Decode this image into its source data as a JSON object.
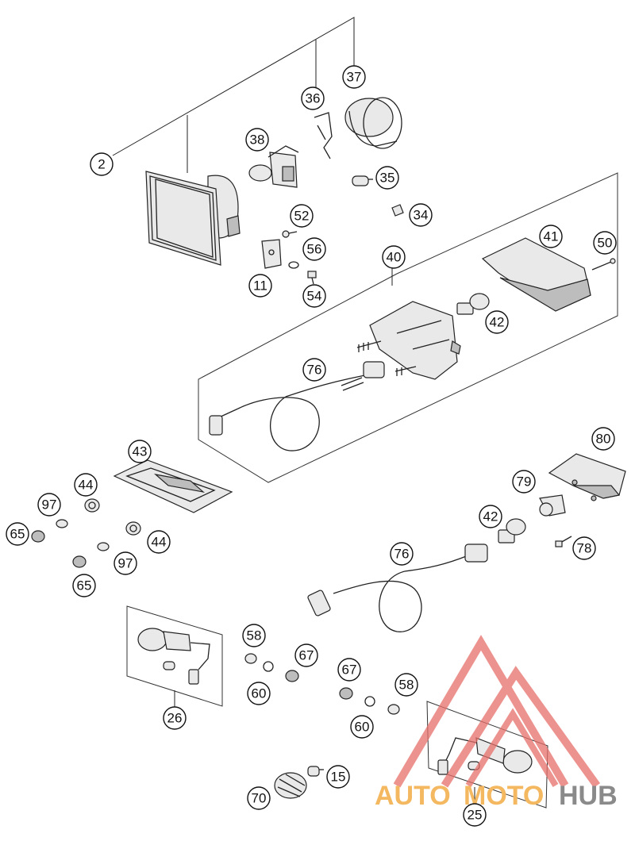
{
  "callouts": [
    {
      "id": "c2",
      "label": "2"
    },
    {
      "id": "c36",
      "label": "36"
    },
    {
      "id": "c37",
      "label": "37"
    },
    {
      "id": "c38",
      "label": "38"
    },
    {
      "id": "c35",
      "label": "35"
    },
    {
      "id": "c34",
      "label": "34"
    },
    {
      "id": "c52",
      "label": "52"
    },
    {
      "id": "c56",
      "label": "56"
    },
    {
      "id": "c11",
      "label": "11"
    },
    {
      "id": "c54",
      "label": "54"
    },
    {
      "id": "c40",
      "label": "40"
    },
    {
      "id": "c41",
      "label": "41"
    },
    {
      "id": "c50",
      "label": "50"
    },
    {
      "id": "c42a",
      "label": "42"
    },
    {
      "id": "c76a",
      "label": "76"
    },
    {
      "id": "c43",
      "label": "43"
    },
    {
      "id": "c44a",
      "label": "44"
    },
    {
      "id": "c97a",
      "label": "97"
    },
    {
      "id": "c65a",
      "label": "65"
    },
    {
      "id": "c44b",
      "label": "44"
    },
    {
      "id": "c97b",
      "label": "97"
    },
    {
      "id": "c65b",
      "label": "65"
    },
    {
      "id": "c80",
      "label": "80"
    },
    {
      "id": "c79",
      "label": "79"
    },
    {
      "id": "c42b",
      "label": "42"
    },
    {
      "id": "c78",
      "label": "78"
    },
    {
      "id": "c76b",
      "label": "76"
    },
    {
      "id": "c58a",
      "label": "58"
    },
    {
      "id": "c67a",
      "label": "67"
    },
    {
      "id": "c60a",
      "label": "60"
    },
    {
      "id": "c26",
      "label": "26"
    },
    {
      "id": "c67b",
      "label": "67"
    },
    {
      "id": "c58b",
      "label": "58"
    },
    {
      "id": "c60b",
      "label": "60"
    },
    {
      "id": "c15",
      "label": "15"
    },
    {
      "id": "c70",
      "label": "70"
    },
    {
      "id": "c25",
      "label": "25"
    }
  ],
  "watermark": {
    "part1": "AUTO",
    "part2": "MOTO",
    "part3": "HUB",
    "color_orange": "#f4b860",
    "color_red": "#e8706a",
    "color_grey": "#8a8a8a"
  }
}
